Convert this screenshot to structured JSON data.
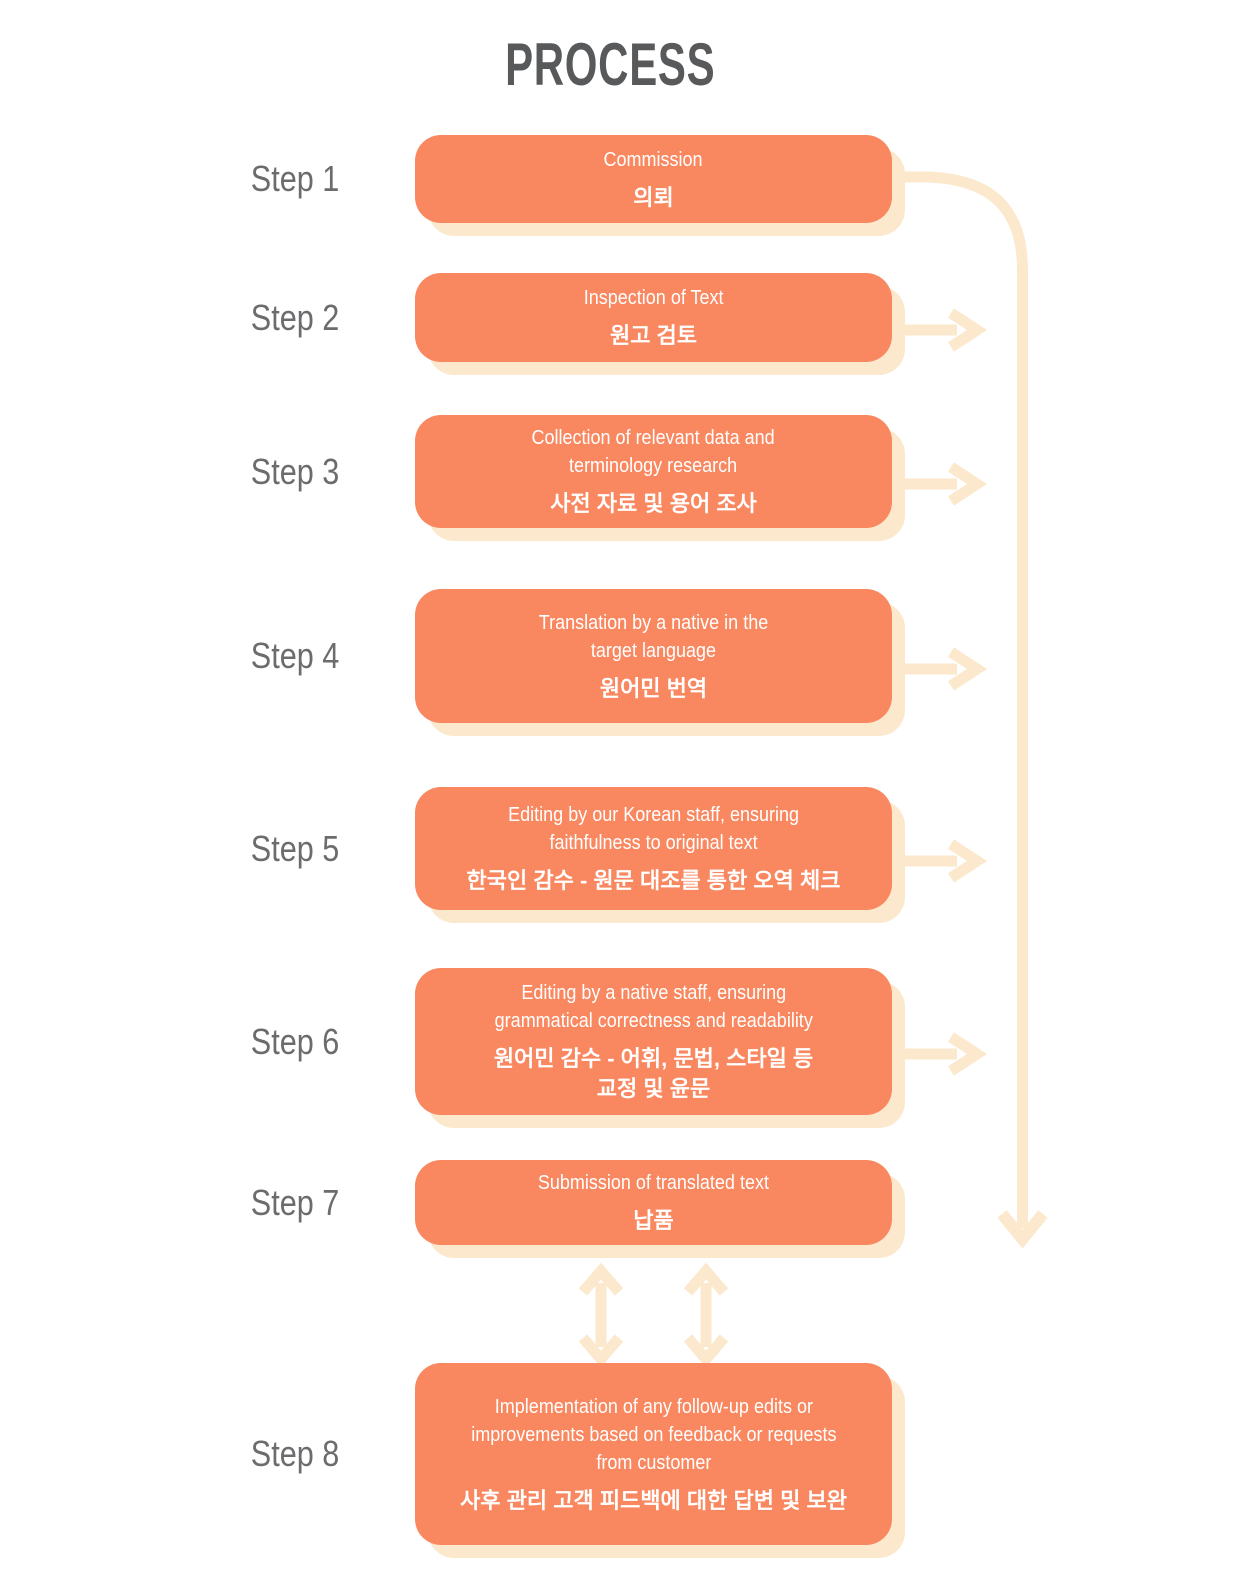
{
  "title": "PROCESS",
  "colors": {
    "box_orange": "#F9875F",
    "shadow_cream": "#FCE9CD",
    "title_gray": "#58595B",
    "label_gray": "#6B6C6E",
    "text_white": "#FFFFFF"
  },
  "icons": {
    "main_flow_arrow": "curved-down-arrow",
    "step_flow_arrow": "right-arrow",
    "feedback_arrow": "double-vertical-arrow"
  },
  "steps": [
    {
      "label": "Step 1",
      "en_lines": [
        "Commission"
      ],
      "ko_lines": [
        "의뢰"
      ]
    },
    {
      "label": "Step 2",
      "en_lines": [
        "Inspection of Text"
      ],
      "ko_lines": [
        "원고 검토"
      ]
    },
    {
      "label": "Step 3",
      "en_lines": [
        "Collection of relevant data and",
        "terminology research"
      ],
      "ko_lines": [
        "사전 자료 및 용어 조사"
      ]
    },
    {
      "label": "Step 4",
      "en_lines": [
        "Translation by a native in the",
        "target language"
      ],
      "ko_lines": [
        "원어민 번역"
      ]
    },
    {
      "label": "Step 5",
      "en_lines": [
        "Editing by our Korean staff, ensuring",
        "faithfulness to original text"
      ],
      "ko_lines": [
        "한국인 감수  -  원문 대조를 통한 오역 체크"
      ]
    },
    {
      "label": "Step 6",
      "en_lines": [
        "Editing by a native staff, ensuring",
        "grammatical correctness and readability"
      ],
      "ko_lines": [
        "원어민 감수  -  어휘, 문법, 스타일 등",
        "교정 및 윤문"
      ]
    },
    {
      "label": "Step 7",
      "en_lines": [
        "Submission of translated text"
      ],
      "ko_lines": [
        "납품"
      ]
    },
    {
      "label": "Step 8",
      "en_lines": [
        "Implementation of any follow-up edits or",
        "improvements based on feedback or requests",
        "from customer"
      ],
      "ko_lines": [
        "사후 관리 고객 피드백에 대한 답변 및 보완"
      ]
    }
  ]
}
